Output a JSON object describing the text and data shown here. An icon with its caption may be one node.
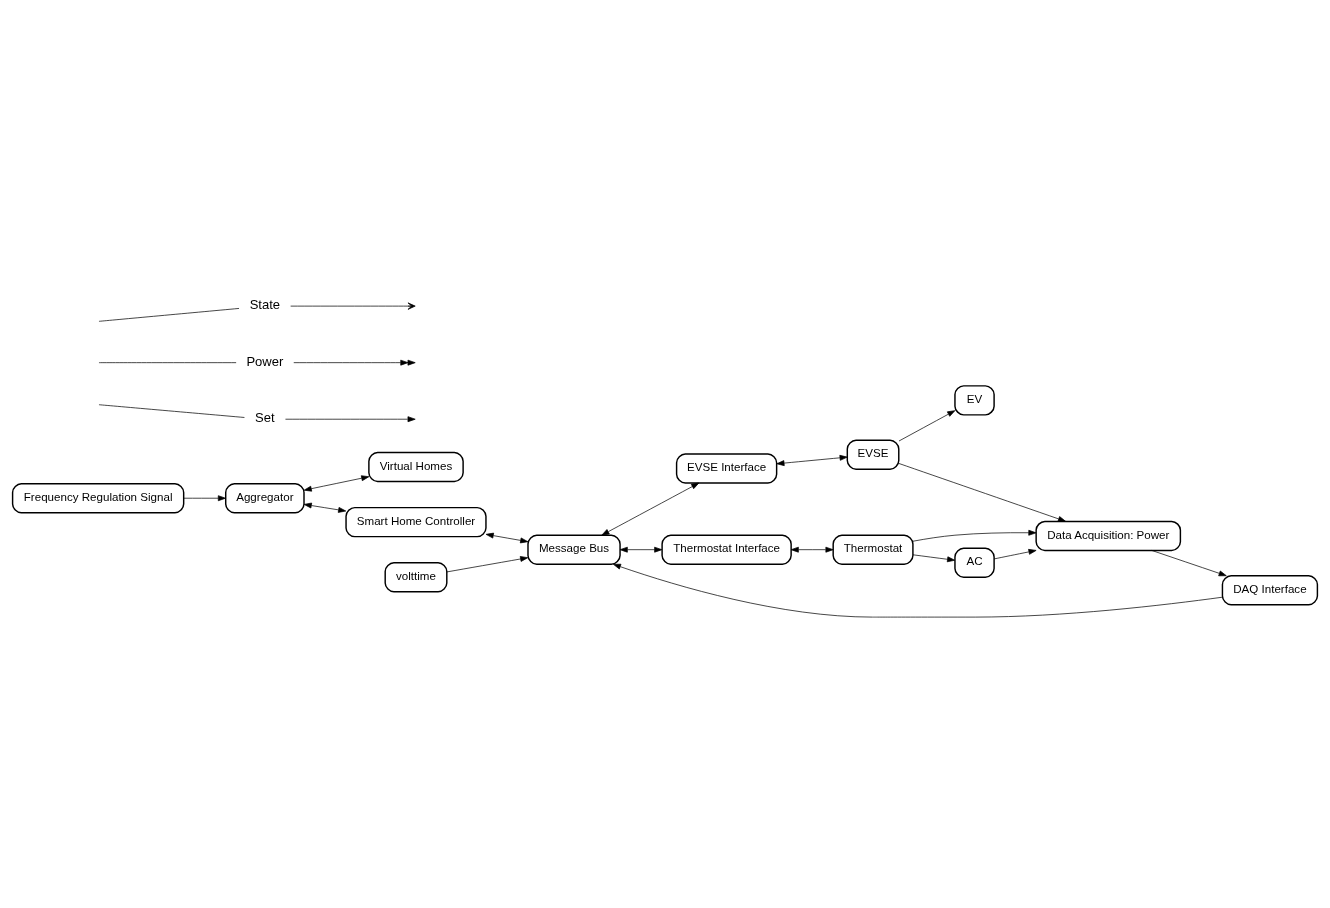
{
  "diagram": {
    "nodes": [
      {
        "text": [
          "Frequency Regulation Signal"
        ]
      },
      {
        "text": [
          "Aggregator"
        ]
      },
      {
        "text": [
          "Virtual Homes"
        ]
      },
      {
        "text": [
          "Smart Home Controller"
        ]
      },
      {
        "text": [
          "Message Bus"
        ]
      },
      {
        "text": [
          "EVSE Interface"
        ]
      },
      {
        "text": [
          "DAQ Interface"
        ]
      },
      {
        "text": [
          "volttime"
        ]
      },
      {
        "text": [
          "Thermostat Interface"
        ]
      },
      {
        "text": [
          "EVSE"
        ]
      },
      {
        "text": [
          "EV"
        ]
      },
      {
        "text": [
          "Data Acquisition: Power"
        ]
      },
      {
        "text": [
          "Thermostat"
        ]
      },
      {
        "text": [
          "AC"
        ]
      }
    ],
    "edges": [
      {
        "from": 0,
        "to": 1,
        "arrow": "to"
      },
      {
        "from": 1,
        "to": 2,
        "arrow": "both"
      },
      {
        "from": 1,
        "to": 3,
        "arrow": "both"
      },
      {
        "from": 3,
        "to": 4,
        "arrow": "both"
      },
      {
        "from": 4,
        "to": 5,
        "arrow": "both"
      },
      {
        "from": 6,
        "to": 4,
        "arrow": "to"
      },
      {
        "from": 7,
        "to": 4,
        "arrow": "to"
      },
      {
        "from": 4,
        "to": 8,
        "arrow": "both"
      },
      {
        "from": 5,
        "to": 9,
        "arrow": "both"
      },
      {
        "from": 9,
        "to": 10,
        "arrow": "to"
      },
      {
        "from": 9,
        "to": 11,
        "arrow": "to"
      },
      {
        "from": 11,
        "to": 6,
        "arrow": "to"
      },
      {
        "from": 8,
        "to": 12,
        "arrow": "both"
      },
      {
        "from": 12,
        "to": 11,
        "arrow": "to"
      },
      {
        "from": 12,
        "to": 13,
        "arrow": "to"
      },
      {
        "from": 13,
        "to": 11,
        "arrow": "to"
      }
    ],
    "legend": [
      {
        "text": "State"
      },
      {
        "text": "Power"
      },
      {
        "text": "Set"
      }
    ]
  }
}
